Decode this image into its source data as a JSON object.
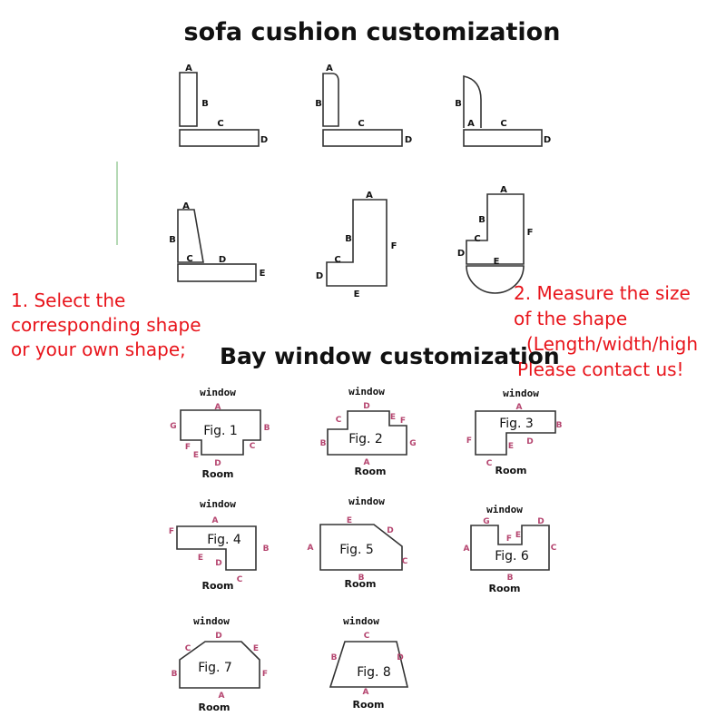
{
  "title": "sofa cushion customization",
  "sofa": {
    "shapes": [
      {
        "A": "A",
        "B": "B",
        "C": "C",
        "D": "D"
      },
      {
        "A": "A",
        "B": "B",
        "C": "C",
        "D": "D"
      },
      {
        "A": "A",
        "B": "B",
        "C": "C",
        "D": "D"
      },
      {
        "A": "A",
        "B": "B",
        "C": "C",
        "D": "D",
        "E": "E"
      },
      {
        "A": "A",
        "B": "B",
        "C": "C",
        "D": "D",
        "E": "E",
        "F": "F"
      },
      {
        "A": "A",
        "B": "B",
        "C": "C",
        "D": "D",
        "E": "E",
        "F": "F"
      }
    ]
  },
  "instructions": {
    "left": [
      "1. Select the",
      "corresponding shape",
      "or your own shape;"
    ],
    "right": [
      "2. Measure the size",
      "of the shape",
      "(Length/width/high",
      "Please contact us!"
    ]
  },
  "bay": {
    "title": "Bay window customization",
    "figures": [
      {
        "name": "Fig. 1",
        "top": "window",
        "bottom": "Room",
        "labels": {
          "A": "A",
          "B": "B",
          "C": "C",
          "D": "D",
          "E": "E",
          "F": "F",
          "G": "G"
        }
      },
      {
        "name": "Fig. 2",
        "top": "window",
        "bottom": "Room",
        "labels": {
          "A": "A",
          "B": "B",
          "C": "C",
          "D": "D",
          "E": "E",
          "F": "F",
          "G": "G"
        }
      },
      {
        "name": "Fig. 3",
        "top": "window",
        "bottom": "Room",
        "labels": {
          "A": "A",
          "B": "B",
          "C": "C",
          "D": "D",
          "E": "E",
          "F": "F"
        }
      },
      {
        "name": "Fig. 4",
        "top": "window",
        "bottom": "Room",
        "labels": {
          "A": "A",
          "B": "B",
          "C": "C",
          "D": "D",
          "E": "E",
          "F": "F"
        }
      },
      {
        "name": "Fig. 5",
        "top": "window",
        "bottom": "Room",
        "labels": {
          "A": "A",
          "B": "B",
          "C": "C",
          "D": "D",
          "E": "E"
        }
      },
      {
        "name": "Fig. 6",
        "top": "window",
        "bottom": "Room",
        "labels": {
          "A": "A",
          "B": "B",
          "C": "C",
          "D": "D",
          "E": "E",
          "F": "F",
          "G": "G"
        }
      },
      {
        "name": "Fig. 7",
        "top": "window",
        "bottom": "Room",
        "labels": {
          "A": "A",
          "B": "B",
          "C": "C",
          "D": "D",
          "E": "E",
          "F": "F"
        }
      },
      {
        "name": "Fig. 8",
        "top": "window",
        "bottom": "Room",
        "labels": {
          "A": "A",
          "B": "B",
          "C": "C",
          "D": "D"
        }
      }
    ]
  },
  "colors": {
    "instruction_red": "#e8141b",
    "label_pink": "#b5456f",
    "outline": "#333333"
  }
}
